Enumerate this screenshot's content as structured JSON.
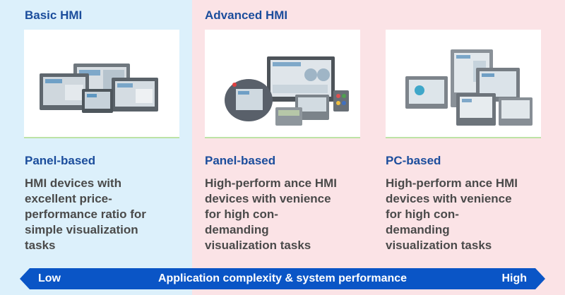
{
  "groups": {
    "basic": "Basic HMI",
    "advanced": "Advanced HMI"
  },
  "columns": [
    {
      "subtitle": "Panel-based",
      "description": "HMI devices with\nexcellent price-\nperformance ratio for\nsimple visualization\ntasks"
    },
    {
      "subtitle": "Panel-based",
      "description": "High-perform ance HMI\ndevices with venience\nfor high con-\ndemanding\nvisualization tasks"
    },
    {
      "subtitle": "PC-based",
      "description": "High-perform ance HMI\ndevices with venience\nfor high con-\ndemanding\nvisualization tasks"
    }
  ],
  "scale": {
    "low": "Low",
    "label": "Application complexity & system performance",
    "high": "High"
  },
  "colors": {
    "accent_blue": "#1b4d9c",
    "arrow_blue": "#0a55c6",
    "bg_blue": "#dcf0fb",
    "bg_pink": "#fbe3e6"
  }
}
